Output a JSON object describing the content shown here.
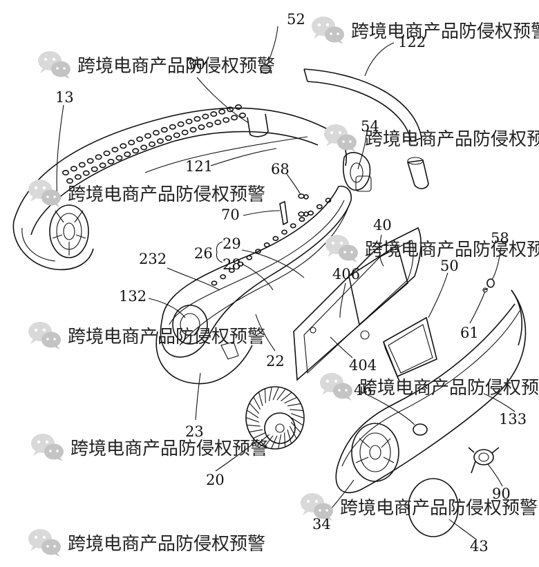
{
  "watermark": {
    "text": "跨境电商产品防侵权预警",
    "icon": "wechat-icon"
  },
  "labels": {
    "l52": "52",
    "l122": "122",
    "l30": "30",
    "l13": "13",
    "l54": "54",
    "l121": "121",
    "l68": "68",
    "l70": "70",
    "l40": "40",
    "l58": "58",
    "l26": "26",
    "l29": "29",
    "l28": "28",
    "l232": "232",
    "l406": "406",
    "l50": "50",
    "l132": "132",
    "l61": "61",
    "l22": "22",
    "l404": "404",
    "l46": "46",
    "l133": "133",
    "l23": "23",
    "l20": "20",
    "l90": "90",
    "l34": "34",
    "l43": "43"
  },
  "colors": {
    "line": "#111111",
    "watermark": "#222222",
    "background": "#ffffff"
  }
}
